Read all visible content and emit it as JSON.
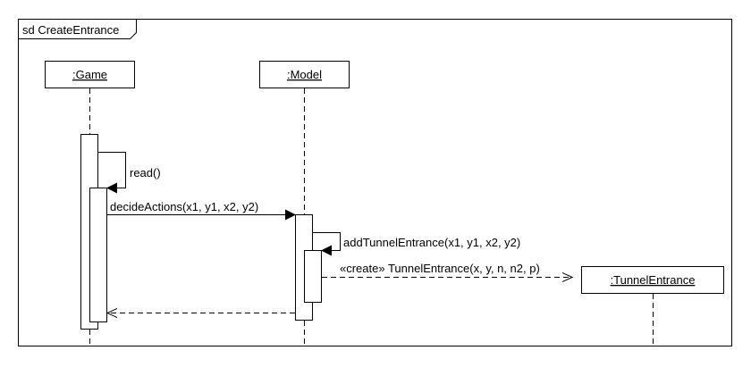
{
  "frame": {
    "label": "sd CreateEntrance"
  },
  "lifelines": {
    "game": {
      "label": ":Game"
    },
    "model": {
      "label": ":Model"
    },
    "tunnel": {
      "label": ":TunnelEntrance"
    }
  },
  "messages": {
    "read": {
      "label": "read()"
    },
    "decide": {
      "label": "decideActions(x1, y1, x2, y2)"
    },
    "addTunnel": {
      "label": "addTunnelEntrance(x1, y1, x2, y2)"
    },
    "create": {
      "label": "«create» TunnelEntrance(x, y, n, n2, p)"
    }
  },
  "colors": {
    "stroke": "#000000",
    "background": "#ffffff"
  }
}
